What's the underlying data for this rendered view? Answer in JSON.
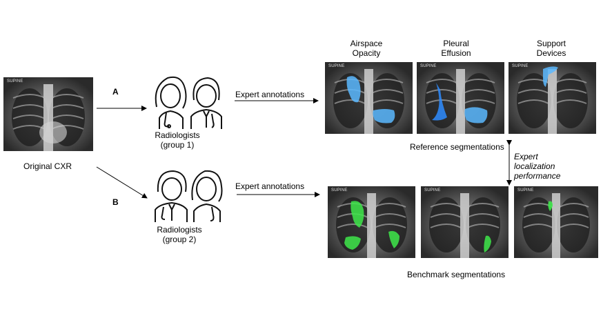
{
  "original_label": "Original CXR",
  "path_a_label": "A",
  "path_b_label": "B",
  "group1": {
    "label_line1": "Radiologists",
    "label_line2": "(group 1)"
  },
  "group2": {
    "label_line1": "Radiologists",
    "label_line2": "(group 2)"
  },
  "expert_annotations_top": "Expert annotations",
  "expert_annotations_bottom": "Expert annotations",
  "columns": [
    {
      "line1": "Airspace",
      "line2": "Opacity"
    },
    {
      "line1": "Pleural",
      "line2": "Effusion"
    },
    {
      "line1": "Support",
      "line2": "Devices"
    }
  ],
  "reference_label": "Reference segmentations",
  "benchmark_label": "Benchmark segmentations",
  "localization_label": {
    "line1": "Expert",
    "line2": "localization",
    "line3": "performance"
  },
  "xray_tag": "SUPINE",
  "colors": {
    "reference_mask": "#5ab8ff",
    "benchmark_mask": "#3ee84a",
    "arrow": "#000000"
  }
}
